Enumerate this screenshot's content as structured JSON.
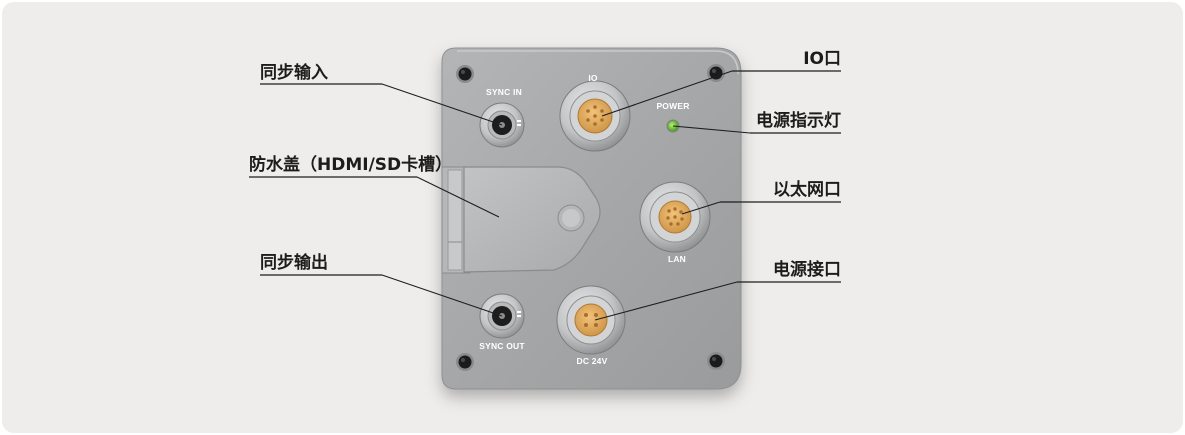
{
  "callouts": {
    "sync_in": "同步输入",
    "waterproof_cover": "防水盖（HDMI/SD卡槽）",
    "sync_out": "同步输出",
    "io_port": "IO口",
    "power_indicator": "电源指示灯",
    "ethernet_port": "以太网口",
    "power_port": "电源接口"
  },
  "panel_labels": {
    "sync_in": "SYNC IN",
    "io": "IO",
    "power": "POWER",
    "lan": "LAN",
    "sync_out": "SYNC OUT",
    "dc": "DC 24V"
  },
  "colors": {
    "background": "#efedeb",
    "panel": "#a9aaab",
    "panel_dark": "#8e8f90",
    "connector_gold": "#e0a75a",
    "led_green": "#6cc63a",
    "screw": "#1b1b1c",
    "leader_line": "#1e1e1e"
  }
}
